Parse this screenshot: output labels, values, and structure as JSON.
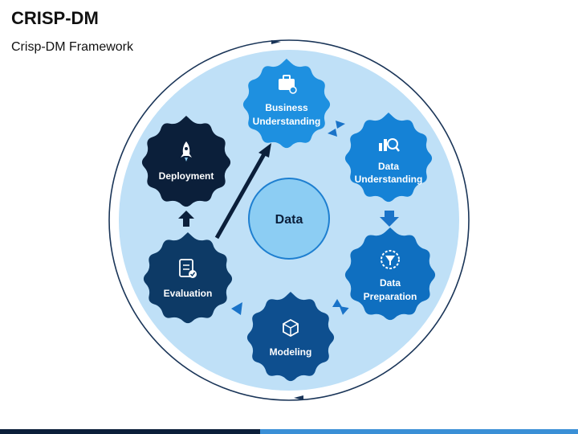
{
  "header": {
    "title": "CRISP-DM",
    "subtitle": "Crisp-DM Framework"
  },
  "center": {
    "label": "Data"
  },
  "stages": {
    "business": {
      "line1": "Business",
      "line2": "Understanding",
      "icon": "briefcase-icon",
      "color": "#1e90e0"
    },
    "data_understanding": {
      "line1": "Data",
      "line2": "Understanding",
      "icon": "chart-magnifier-icon",
      "color": "#1582d6"
    },
    "data_preparation": {
      "line1": "Data",
      "line2": "Preparation",
      "icon": "funnel-gear-icon",
      "color": "#0f6fc0"
    },
    "modeling": {
      "line1": "Modeling",
      "icon": "cube-icon",
      "color": "#0e4f8f"
    },
    "evaluation": {
      "line1": "Evaluation",
      "icon": "clipboard-check-icon",
      "color": "#0d3a66"
    },
    "deployment": {
      "line1": "Deployment",
      "icon": "rocket-icon",
      "color": "#0b1f3a"
    }
  },
  "colors": {
    "outer_circle": "#bfe0f7",
    "inner_circle": "#8ccdf3",
    "ring_stroke": "#1a3558",
    "arrow": "#1a73c8"
  }
}
